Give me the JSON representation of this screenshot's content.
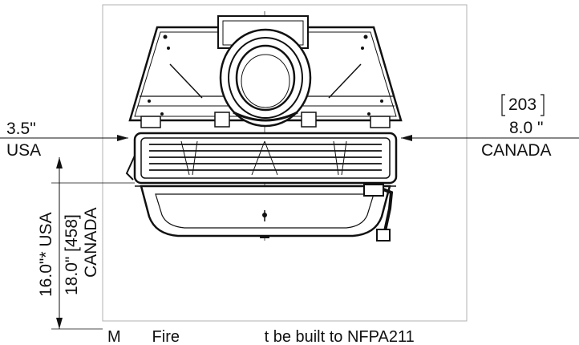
{
  "dimensions": {
    "left_clearance": {
      "value": "3.5\"",
      "region": "USA"
    },
    "right_clearance": {
      "metric": "203",
      "value": "8.0  \"",
      "region": "CANADA"
    },
    "floor_height": {
      "usa": "16.0\"* USA",
      "canada_value": "18.0\" [458]",
      "canada_region": "CANADA"
    }
  },
  "note": "M       Fire                   t be built to NFPA211",
  "colors": {
    "line": "#111111",
    "frame": "#b0b0b0",
    "fill": "#ffffff"
  }
}
